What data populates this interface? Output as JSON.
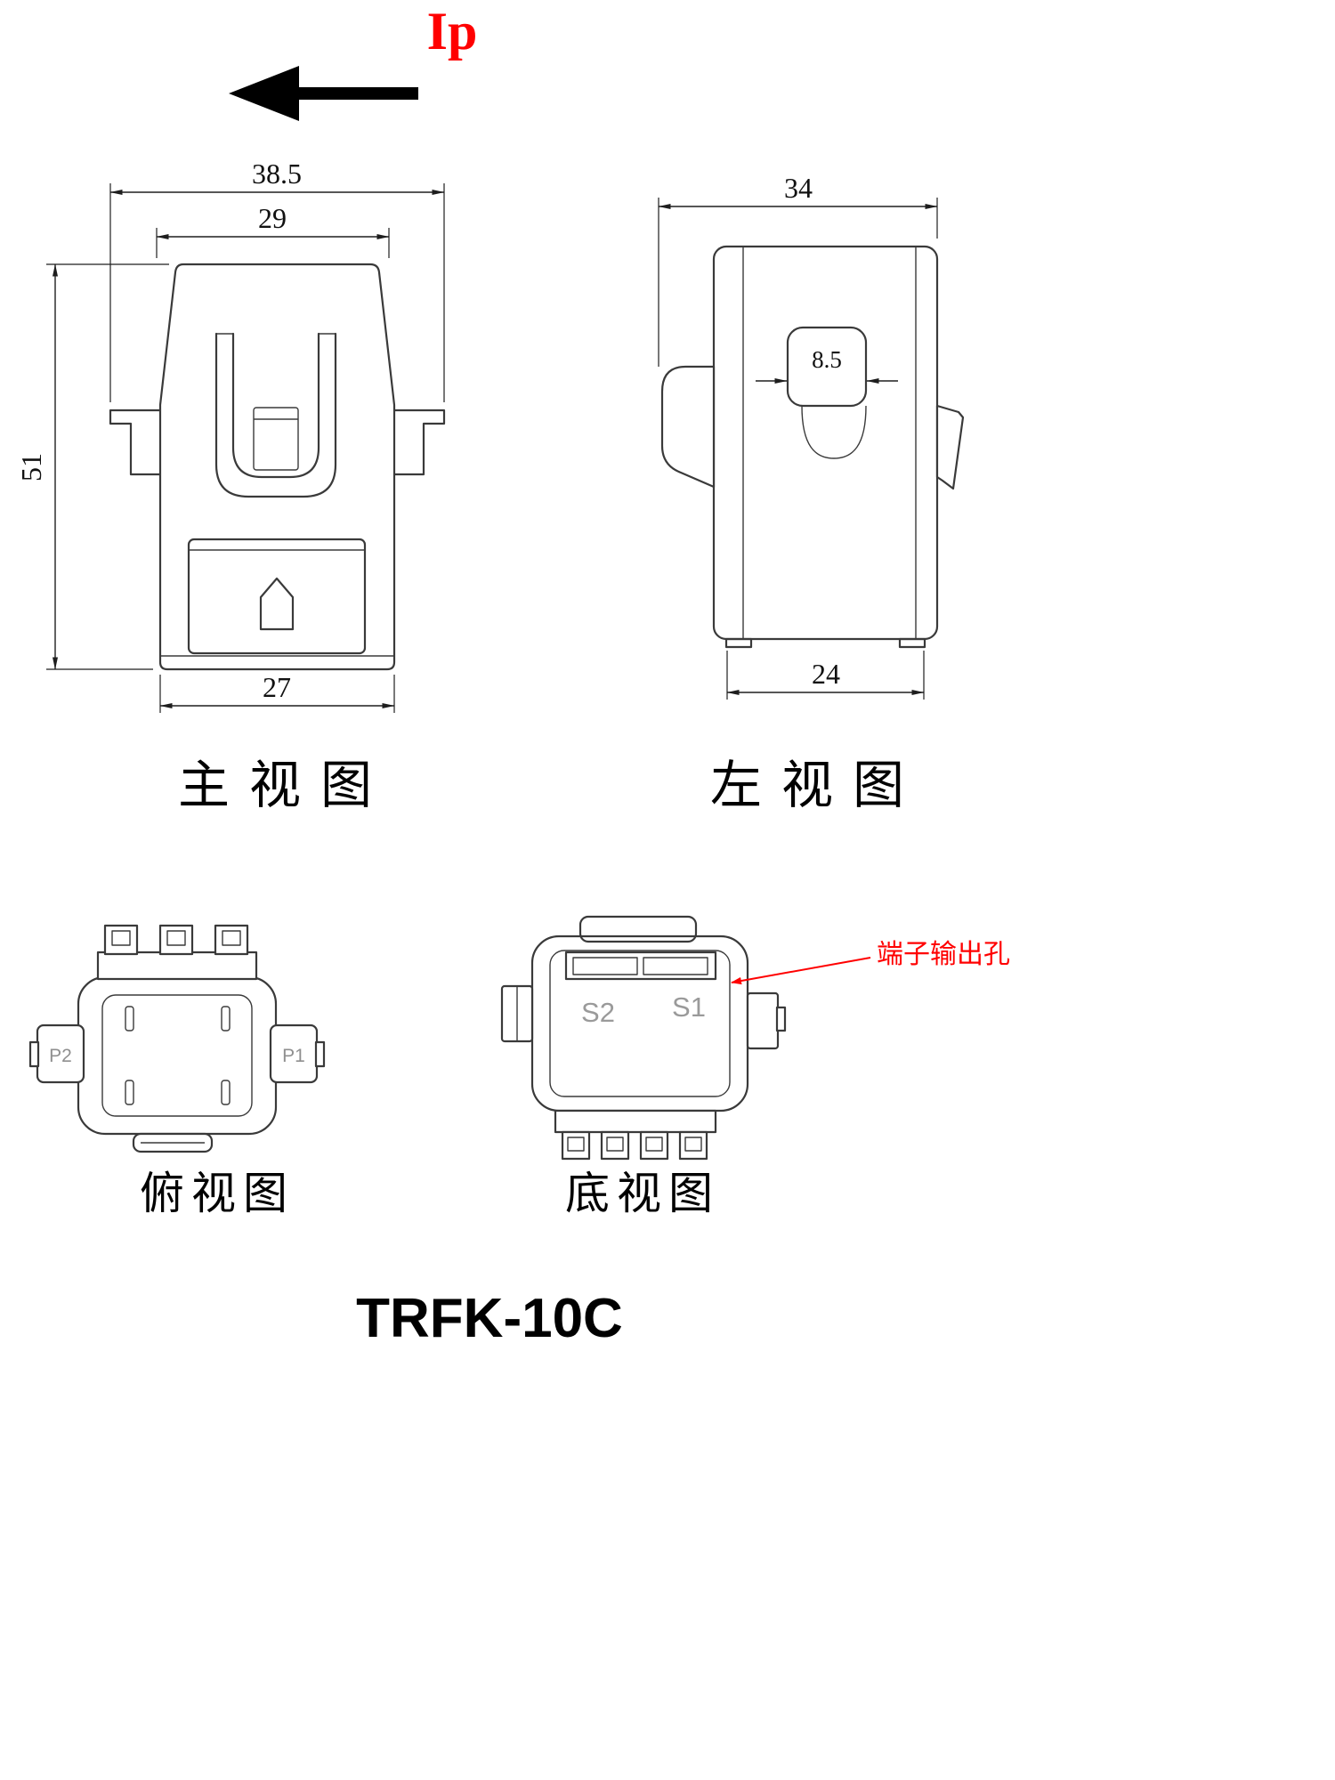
{
  "page": {
    "title": "TRFK-10C",
    "flow_label": "Ip",
    "annotation_label": "端子输出孔",
    "colors": {
      "accent_red": "#ff0000",
      "line": "#3a3a3a",
      "muted_pin_text": "#8f8f8f"
    }
  },
  "views": {
    "front": {
      "label": "主视图",
      "dim_overall_width": "38.5",
      "dim_top_width": "29",
      "dim_height": "51",
      "dim_bottom_width": "27"
    },
    "left": {
      "label": "左视图",
      "dim_depth": "34",
      "dim_hole_width": "8.5",
      "dim_base_depth": "24"
    },
    "top": {
      "label": "俯视图",
      "pin_left": "P2",
      "pin_right": "P1"
    },
    "bottom": {
      "label": "底视图",
      "pin_left": "S2",
      "pin_right": "S1"
    }
  }
}
